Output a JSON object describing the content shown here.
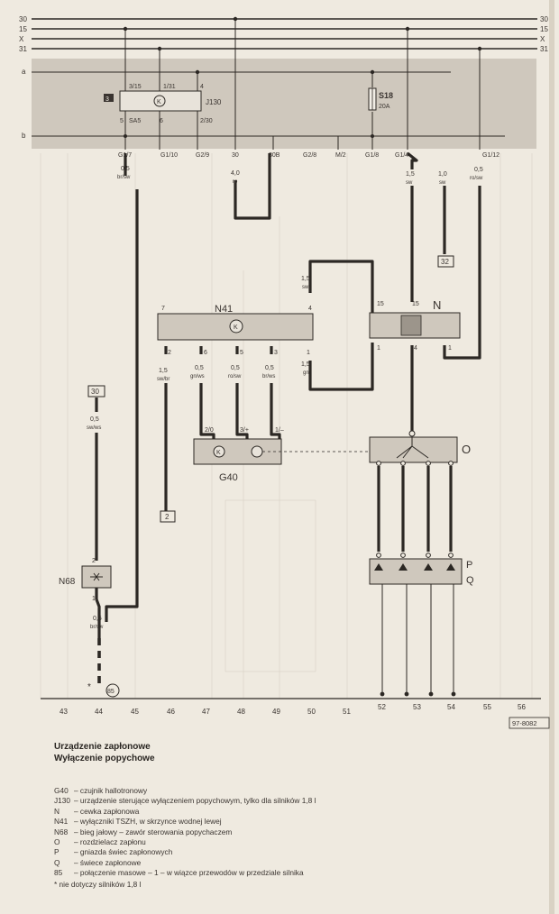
{
  "rails": {
    "left": [
      "30",
      "15",
      "X",
      "31"
    ],
    "right": [
      "30",
      "15",
      "X",
      "31"
    ],
    "lines": [
      "a",
      "b"
    ]
  },
  "relay_box": {
    "id": "J130",
    "pins": [
      "3/15",
      "1/31",
      "4",
      "5",
      "SA5",
      "6",
      "2/30"
    ]
  },
  "fuse": {
    "id": "S18",
    "rating": "20A"
  },
  "connectors": [
    "G1/7",
    "G1/10",
    "G2/9",
    "30",
    "30B",
    "G2/8",
    "M/2",
    "G1/8",
    "G1/4",
    "G1/12"
  ],
  "wires": {
    "w1": {
      "size": "0,5",
      "color": "br/sw"
    },
    "w2": {
      "size": "4,0",
      "color": "ro"
    },
    "w3": {
      "size": "1,5",
      "color": "sw"
    },
    "w4": {
      "size": "1,0",
      "color": "sw"
    },
    "w5": {
      "size": "0,5",
      "color": "ro/sw"
    },
    "w6": {
      "size": "1,5",
      "color": "sw"
    },
    "w7": {
      "size": "1,5",
      "color": "sw/br"
    },
    "w8": {
      "size": "0,5",
      "color": "gn/ws"
    },
    "w9": {
      "size": "0,5",
      "color": "ro/sw"
    },
    "w10": {
      "size": "0,5",
      "color": "br/ws"
    },
    "w11": {
      "size": "1,5",
      "color": "gn"
    },
    "w12": {
      "size": "0,5",
      "color": "sw/ws"
    },
    "w13": {
      "size": "0,5",
      "color": "br/sw"
    }
  },
  "components": {
    "N41": {
      "label": "N41",
      "pins": [
        "7",
        "4",
        "2",
        "6",
        "5",
        "3",
        "1"
      ]
    },
    "N": {
      "label": "N",
      "pins": [
        "15",
        "15",
        "1",
        "4",
        "1"
      ]
    },
    "G40": {
      "label": "G40",
      "pins": [
        "2/0",
        "3/+",
        "1/–"
      ]
    },
    "O": {
      "label": "O"
    },
    "PQ": {
      "label_p": "P",
      "label_q": "Q"
    },
    "N68": {
      "label": "N68",
      "pins": [
        "2",
        "1"
      ]
    }
  },
  "refs": [
    "32",
    "30",
    "2",
    "85"
  ],
  "marks": {
    "asterisk": "*"
  },
  "bottom_numbers": [
    "43",
    "44",
    "45",
    "46",
    "47",
    "48",
    "49",
    "50",
    "51",
    "52",
    "53",
    "54",
    "55",
    "56"
  ],
  "doc_code": "97-8082",
  "legend": {
    "title1": "Urządzenie zapłonowe",
    "title2": "Wyłączenie popychowe",
    "items": [
      {
        "code": "G40",
        "desc": "– czujnik hallotronowy"
      },
      {
        "code": "J130",
        "desc": "– urządzenie sterujące wyłączeniem popychowym, tylko dla silników 1,8 l"
      },
      {
        "code": "N",
        "desc": "– cewka zapłonowa"
      },
      {
        "code": "N41",
        "desc": "– wyłączniki TSZH, w skrzynce wodnej lewej"
      },
      {
        "code": "N68",
        "desc": "– bieg jałowy – zawór sterowania popychaczem"
      },
      {
        "code": "O",
        "desc": "– rozdzielacz zapłonu"
      },
      {
        "code": "P",
        "desc": "– gniazda świec zapłonowych"
      },
      {
        "code": "Q",
        "desc": "– świece zapłonowe"
      },
      {
        "code": "85",
        "desc": "– połączenie masowe – 1 – w wiązce przewodów w przedziale silnika"
      }
    ],
    "note": "* nie dotyczy silników 1,8 l"
  }
}
